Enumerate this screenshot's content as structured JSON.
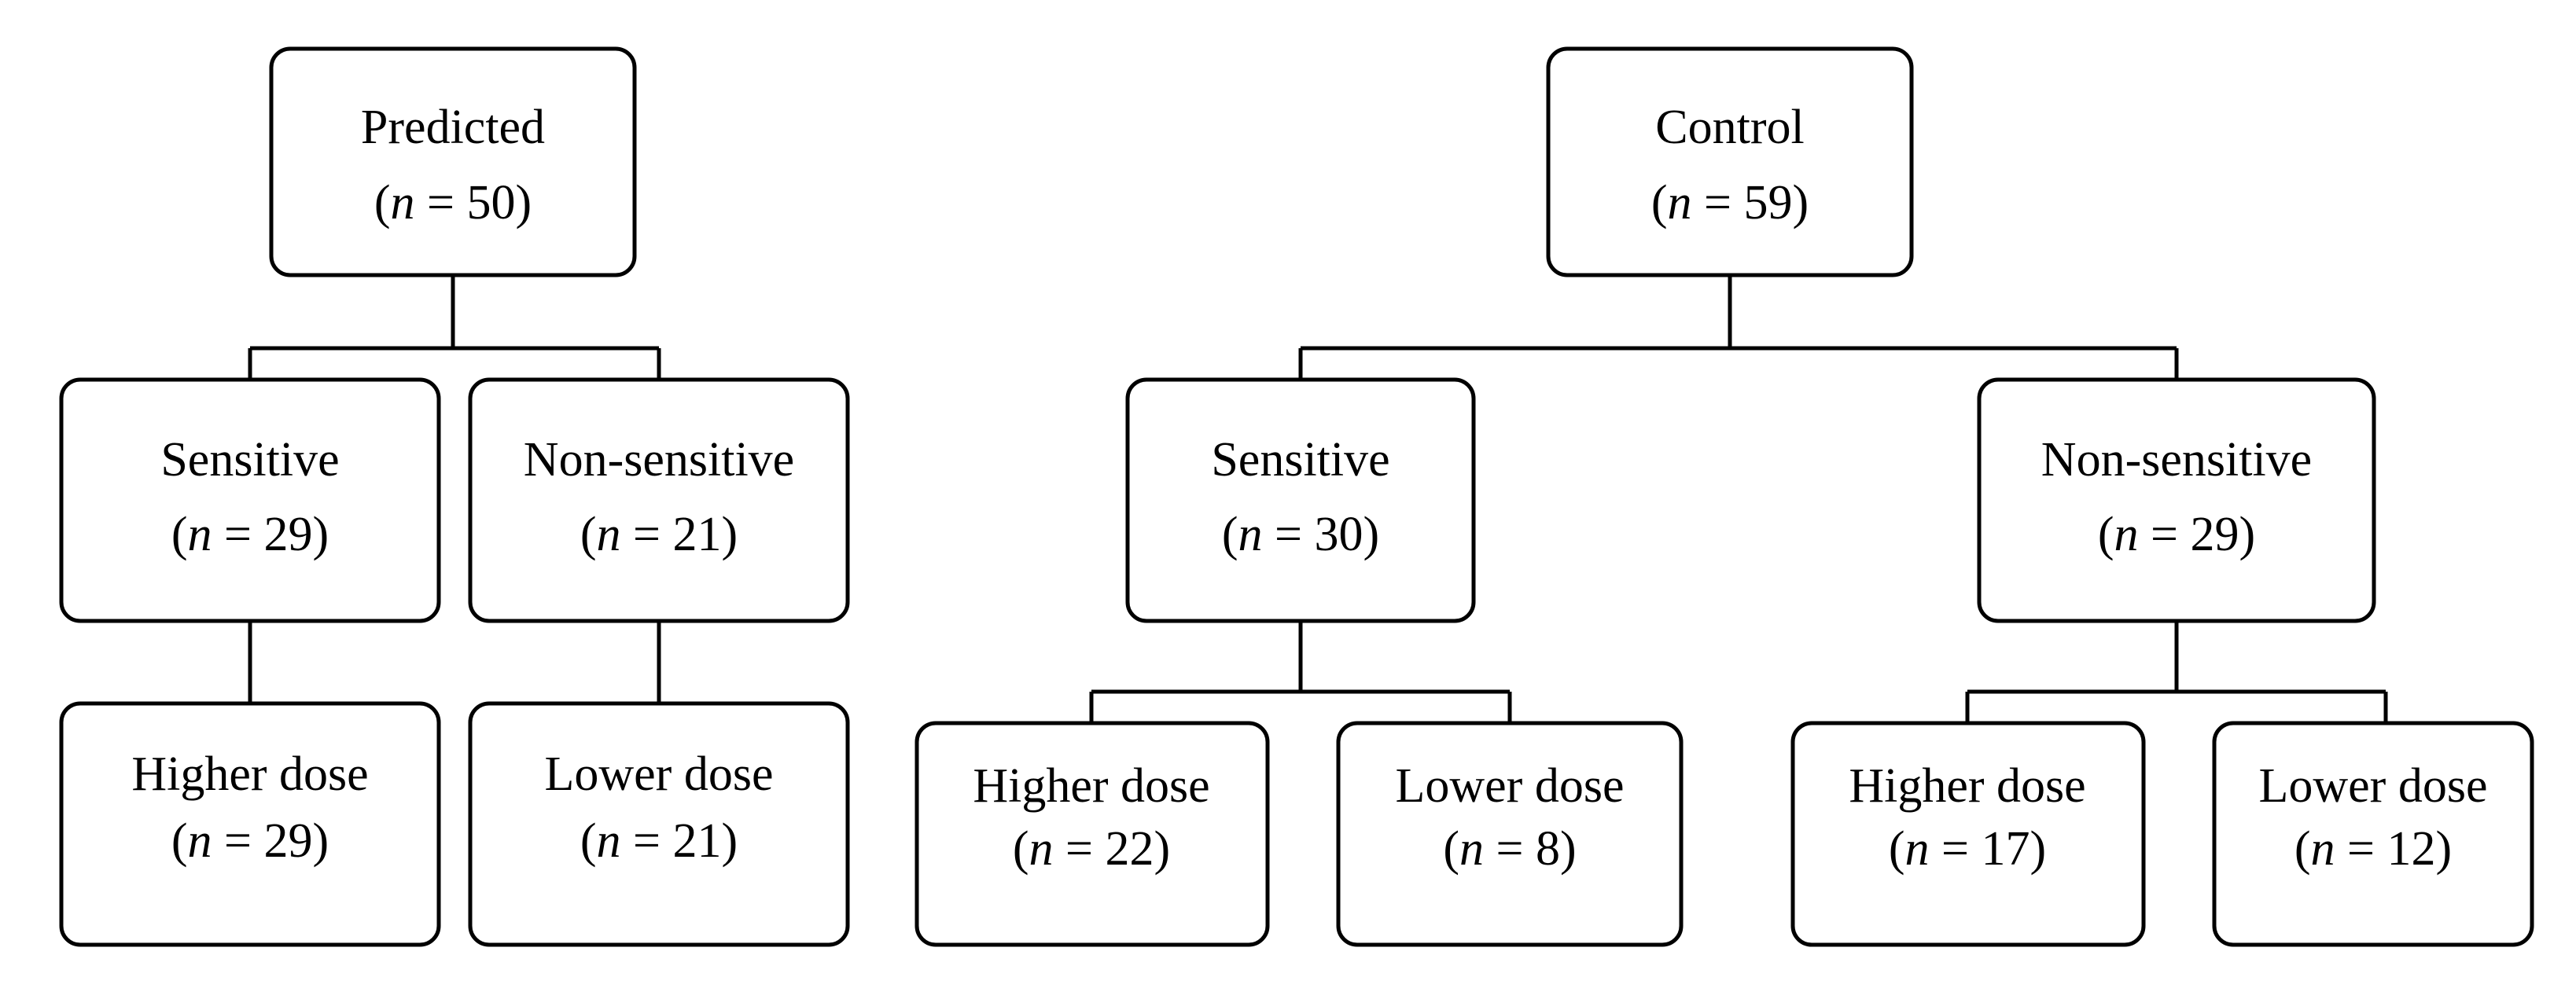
{
  "figure": {
    "type": "flowchart",
    "orientation": "top-down",
    "background_color": "#ffffff",
    "line_color": "#000000",
    "box_fill_color": "#ffffff",
    "trees": [
      {
        "id": "predicted-tree",
        "root": {
          "id": "predicted",
          "label": "Predicted",
          "count_prefix": "(",
          "count_var": "n",
          "count_eq": " = ",
          "count_value": "50",
          "count_suffix": ")",
          "count_text": "(n = 50)"
        },
        "level2": [
          {
            "id": "predicted-sensitive",
            "label": "Sensitive",
            "count_prefix": "(",
            "count_var": "n",
            "count_eq": " = ",
            "count_value": "29",
            "count_suffix": ")",
            "count_text": "(n = 29)"
          },
          {
            "id": "predicted-non-sensitive",
            "label": "Non-sensitive",
            "count_prefix": "(",
            "count_var": "n",
            "count_eq": " = ",
            "count_value": "21",
            "count_suffix": ")",
            "count_text": "(n = 21)"
          }
        ],
        "level3": [
          {
            "id": "predicted-sensitive-higher",
            "label": "Higher dose",
            "count_prefix": "(",
            "count_var": "n",
            "count_eq": " = ",
            "count_value": "29",
            "count_suffix": ")",
            "count_text": "(n = 29)"
          },
          {
            "id": "predicted-non-sensitive-lower",
            "label": "Lower dose",
            "count_prefix": "(",
            "count_var": "n",
            "count_eq": " = ",
            "count_value": "21",
            "count_suffix": ")",
            "count_text": "(n = 21)"
          }
        ]
      },
      {
        "id": "control-tree",
        "root": {
          "id": "control",
          "label": "Control",
          "count_prefix": "(",
          "count_var": "n",
          "count_eq": " = ",
          "count_value": "59",
          "count_suffix": ")",
          "count_text": "(n = 59)"
        },
        "level2": [
          {
            "id": "control-sensitive",
            "label": "Sensitive",
            "count_prefix": "(",
            "count_var": "n",
            "count_eq": " = ",
            "count_value": "30",
            "count_suffix": ")",
            "count_text": "(n = 30)"
          },
          {
            "id": "control-non-sensitive",
            "label": "Non-sensitive",
            "count_prefix": "(",
            "count_var": "n",
            "count_eq": " = ",
            "count_value": "29",
            "count_suffix": ")",
            "count_text": "(n = 29)"
          }
        ],
        "level3": [
          {
            "id": "control-sensitive-higher",
            "label": "Higher dose",
            "count_prefix": "(",
            "count_var": "n",
            "count_eq": " = ",
            "count_value": "22",
            "count_suffix": ")",
            "count_text": "(n = 22)"
          },
          {
            "id": "control-sensitive-lower",
            "label": "Lower dose",
            "count_prefix": "(",
            "count_var": "n",
            "count_eq": " = ",
            "count_value": "8",
            "count_suffix": ")",
            "count_text": "(n = 8)"
          },
          {
            "id": "control-non-sensitive-higher",
            "label": "Higher dose",
            "count_prefix": "(",
            "count_var": "n",
            "count_eq": " = ",
            "count_value": "17",
            "count_suffix": ")",
            "count_text": "(n = 17)"
          },
          {
            "id": "control-non-sensitive-lower",
            "label": "Lower dose",
            "count_prefix": "(",
            "count_var": "n",
            "count_eq": " = ",
            "count_value": "12",
            "count_suffix": ")",
            "count_text": "(n = 12)"
          }
        ]
      }
    ]
  }
}
